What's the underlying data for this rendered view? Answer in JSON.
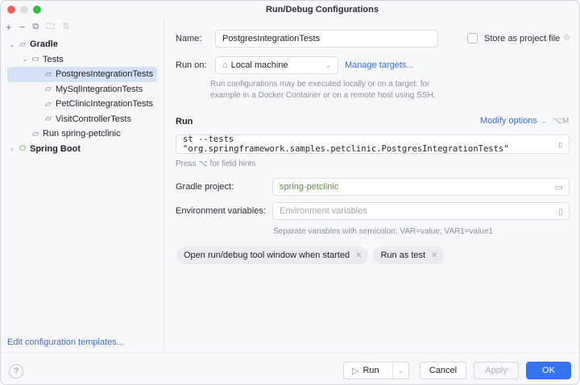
{
  "window": {
    "title": "Run/Debug Configurations",
    "controls": [
      "close",
      "minimize",
      "maximize"
    ]
  },
  "sidebar": {
    "toolbar": [
      {
        "name": "add",
        "glyph": "+"
      },
      {
        "name": "remove",
        "glyph": "−"
      },
      {
        "name": "copy",
        "glyph": "⧉"
      },
      {
        "name": "move-to-folder",
        "glyph": "🗀"
      },
      {
        "name": "sort",
        "glyph": "⇅"
      }
    ],
    "tree": [
      {
        "label": "Gradle",
        "level": 0,
        "expanded": true,
        "bold": true,
        "icon": "gradle-icon"
      },
      {
        "label": "Tests",
        "level": 1,
        "expanded": true,
        "bold": false,
        "icon": "folder-icon"
      },
      {
        "label": "PostgresIntegrationTests",
        "level": 2,
        "selected": true,
        "icon": "gradle-icon"
      },
      {
        "label": "MySqlIntegrationTests",
        "level": 2,
        "icon": "gradle-icon"
      },
      {
        "label": "PetClinicIntegrationTests",
        "level": 2,
        "icon": "gradle-icon"
      },
      {
        "label": "VisitControllerTests",
        "level": 2,
        "icon": "gradle-icon"
      },
      {
        "label": "Run spring-petclinic",
        "level": 1,
        "icon": "gradle-icon"
      },
      {
        "label": "Spring Boot",
        "level": 0,
        "expanded": false,
        "bold": true,
        "icon": "spring-boot-icon"
      }
    ],
    "edit_templates": "Edit configuration templates..."
  },
  "form": {
    "name_label": "Name:",
    "name_value": "PostgresIntegrationTests",
    "store_label": "Store as project file",
    "store_checked": false,
    "run_on_label": "Run on:",
    "run_on_value": "Local machine",
    "manage_targets": "Manage targets...",
    "run_on_hint_1": "Run configurations may be executed locally or on a target: for",
    "run_on_hint_2": "example in a Docker Container or on a remote host using SSH.",
    "run_section": "Run",
    "modify_options": "Modify options",
    "modify_shortcut": "⌥M",
    "command_value": "st --tests \"org.springframework.samples.petclinic.PostgresIntegrationTests\"",
    "field_hint": "Press ⌥ for field hints",
    "gradle_project_label": "Gradle project:",
    "gradle_project_value": "spring-petclinic",
    "env_label": "Environment variables:",
    "env_placeholder": "Environment variables",
    "env_hint": "Separate variables with semicolon: VAR=value; VAR1=value1",
    "chips": [
      {
        "label": "Open run/debug tool window when started"
      },
      {
        "label": "Run as test"
      }
    ]
  },
  "footer": {
    "help": "?",
    "run": "Run",
    "cancel": "Cancel",
    "apply": "Apply",
    "ok": "OK"
  },
  "colors": {
    "accent": "#3574f0",
    "link": "#3d6bc4",
    "selection": "#d5e1f7",
    "gradle_project_text": "#5a8f3c"
  }
}
